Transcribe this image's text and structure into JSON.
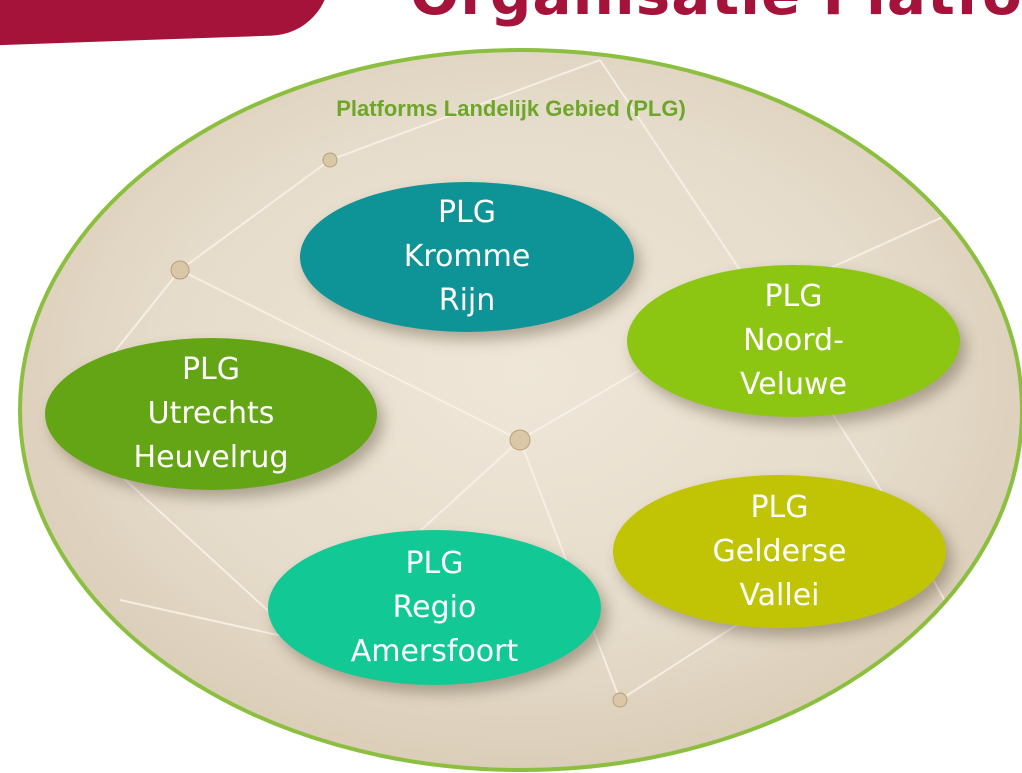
{
  "slide": {
    "title_visible_fragment": "Organisatie Platform"
  },
  "group": {
    "title": "Platforms Landelijk Gebied (PLG)"
  },
  "platforms": [
    {
      "id": "kromme-rijn",
      "line1": "PLG",
      "line2": "Kromme",
      "line3": "Rijn",
      "color": "#0e9396"
    },
    {
      "id": "noord-veluwe",
      "line1": "PLG",
      "line2": "Noord-",
      "line3": "Veluwe",
      "color": "#8cc612"
    },
    {
      "id": "utrechts-heuvelrug",
      "line1": "PLG",
      "line2": "Utrechts",
      "line3": "Heuvelrug",
      "color": "#64a516"
    },
    {
      "id": "regio-amersfoort",
      "line1": "PLG",
      "line2": "Regio",
      "line3": "Amersfoort",
      "color": "#12c995"
    },
    {
      "id": "gelderse-vallei",
      "line1": "PLG",
      "line2": "Gelderse",
      "line3": "Vallei",
      "color": "#c1c405"
    }
  ],
  "colors": {
    "brand": "#a5133b",
    "group_border": "#8cbf3f",
    "group_title": "#6ea62a"
  }
}
